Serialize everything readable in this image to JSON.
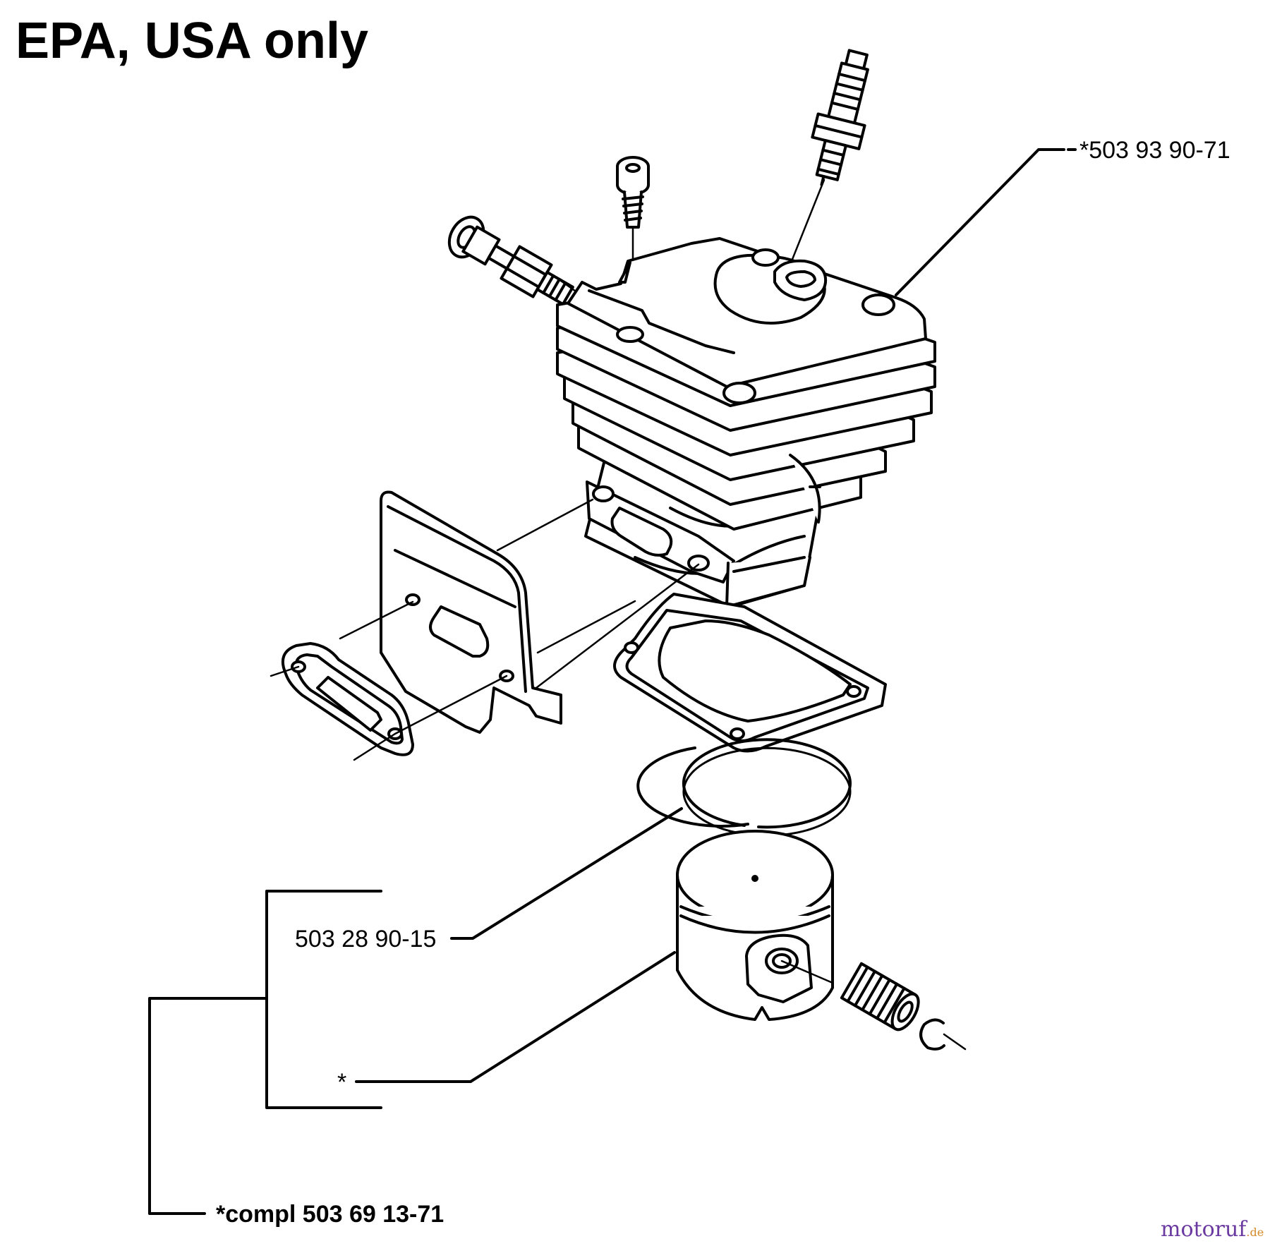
{
  "title": "EPA, USA only",
  "labels": {
    "cylinder": "*503 93 90-71",
    "ring": "503 28 90-15",
    "piston": "*",
    "complete": "*compl 503 69 13-71"
  },
  "watermark": {
    "brand": "motoruf",
    "tld": ".de"
  },
  "colors": {
    "line": "#000000",
    "background": "#ffffff",
    "watermark_primary": "#6a3aa0",
    "watermark_secondary": "#d58a2a"
  }
}
